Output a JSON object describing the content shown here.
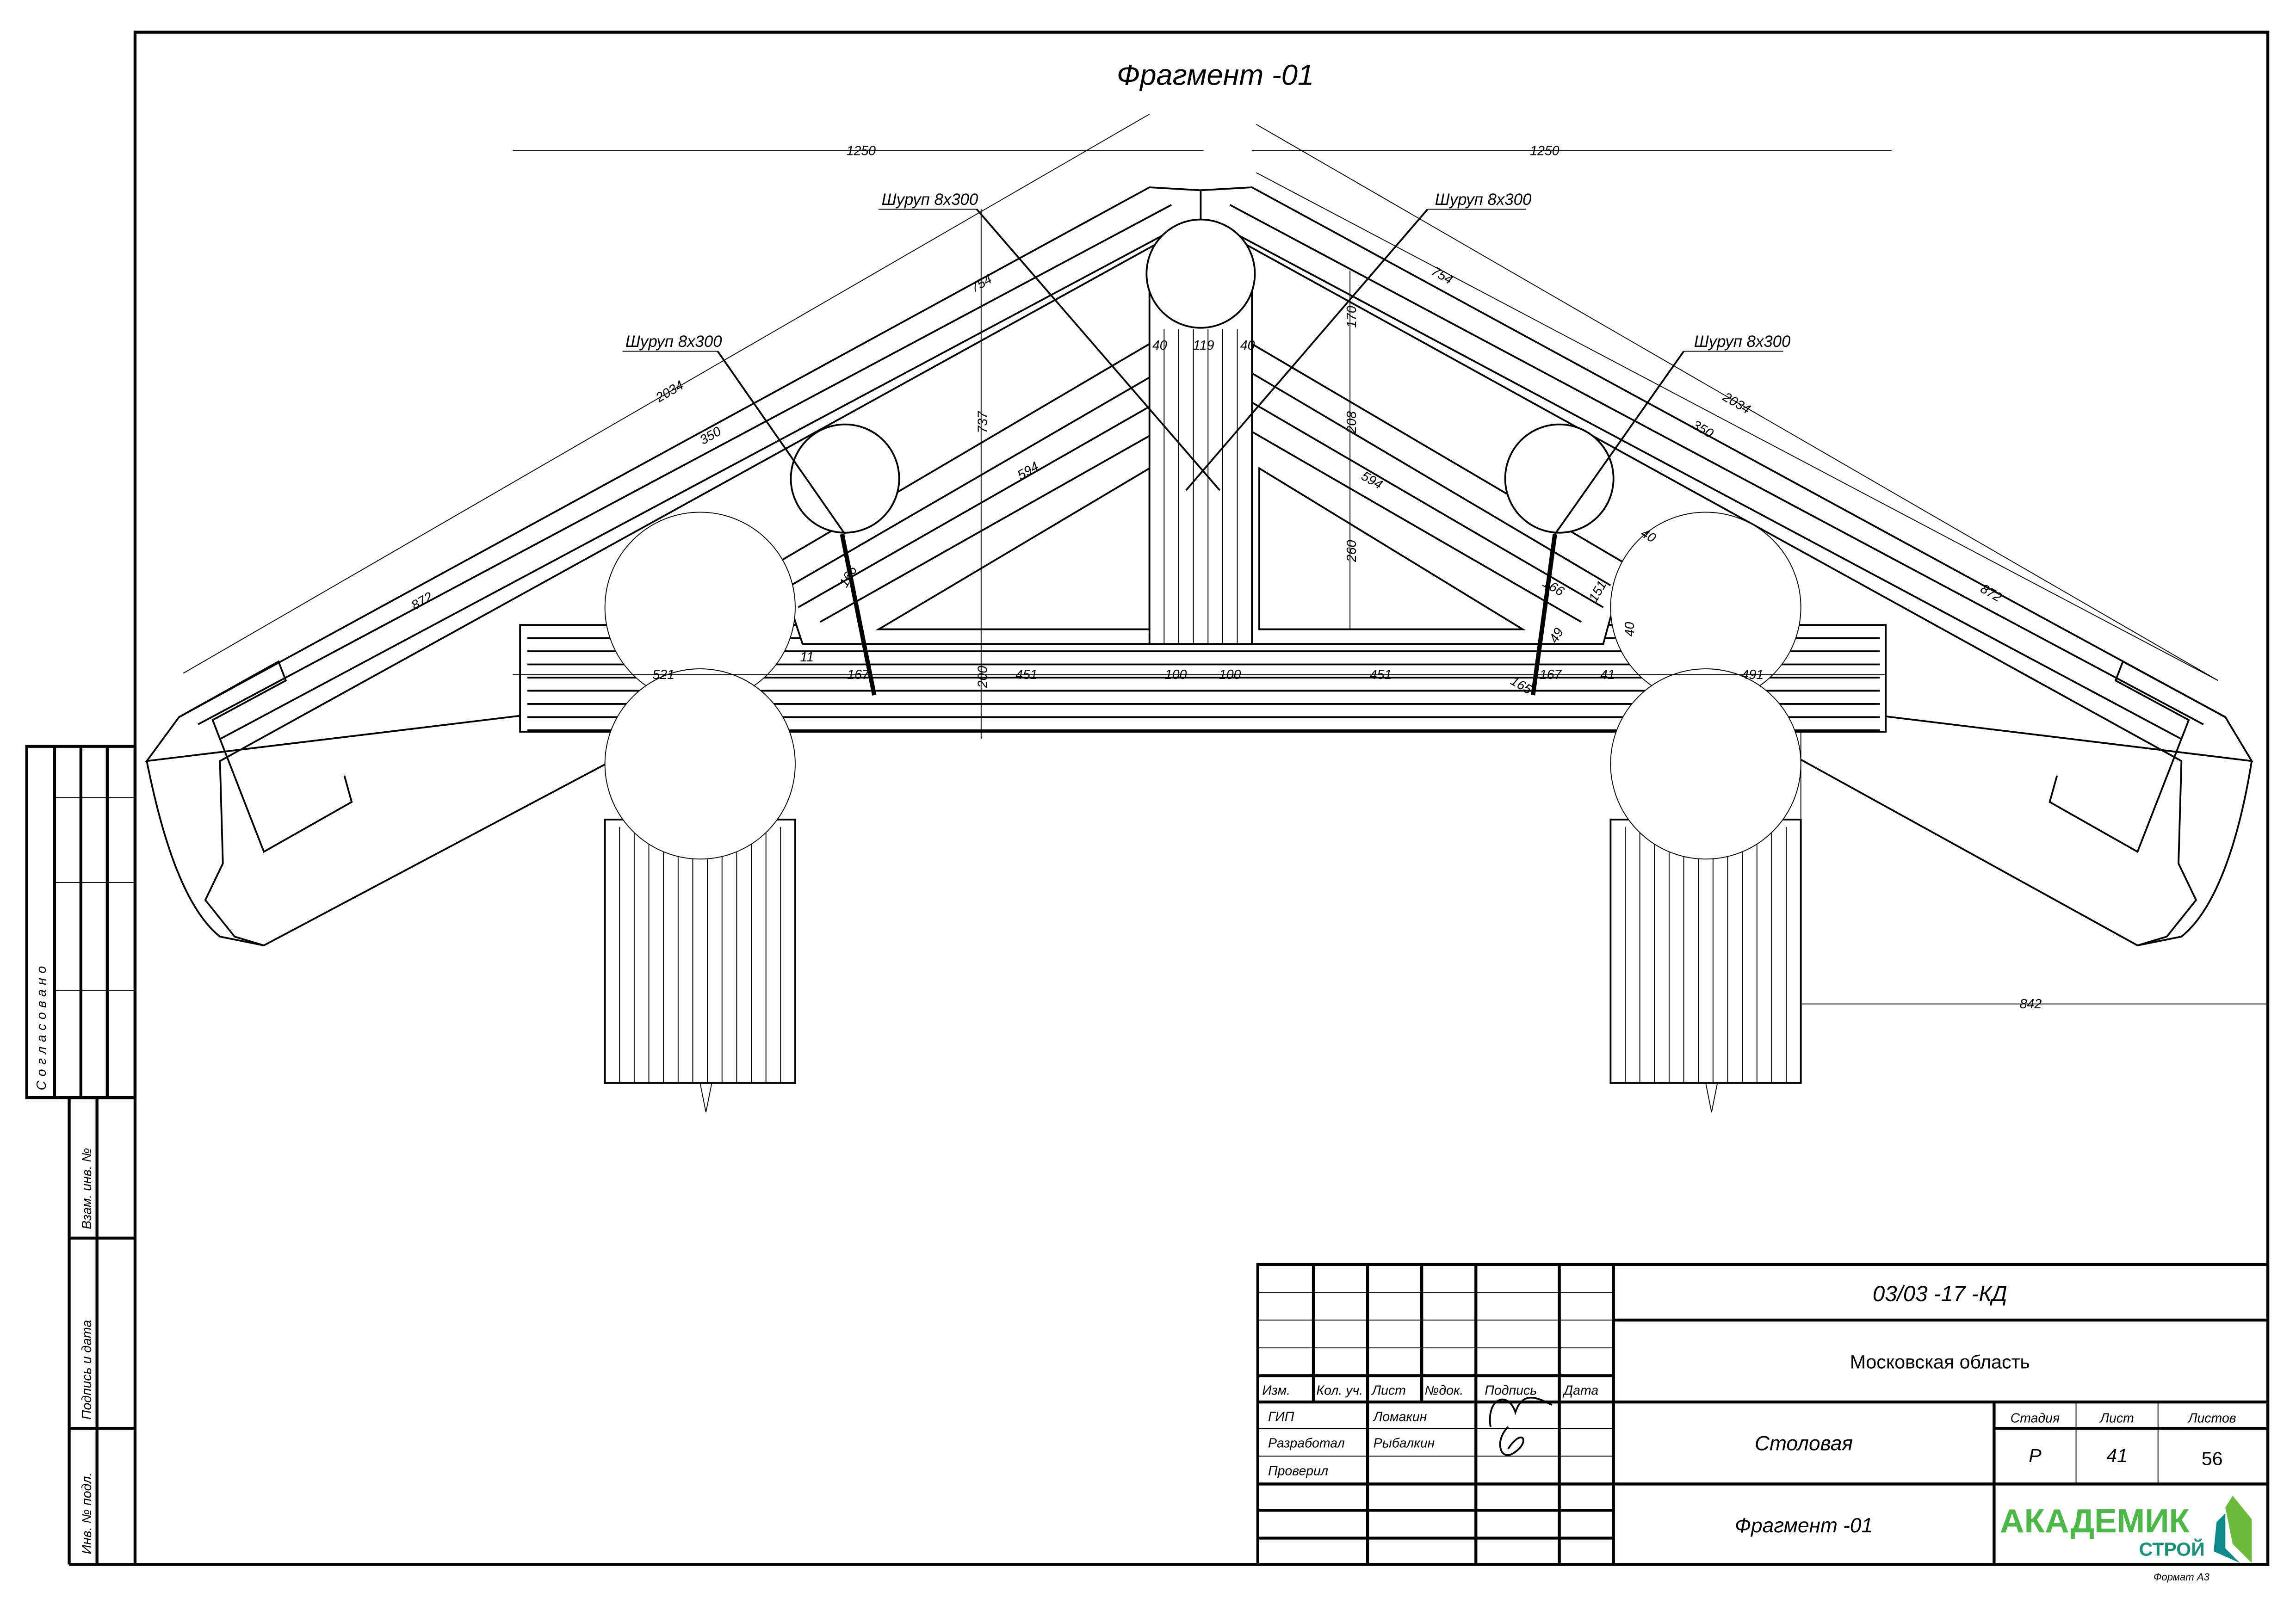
{
  "drawing": {
    "title": "Фрагмент -01",
    "callouts": [
      "Шуруп 8х300",
      "Шуруп 8х300",
      "Шуруп 8х300",
      "Шуруп 8х300"
    ],
    "dimensions": {
      "top_left": "1250",
      "top_right": "1250",
      "l754": "754",
      "l2034": "2034",
      "l350": "350",
      "l872": "872",
      "l594": "594",
      "l166": "166",
      "l737": "737",
      "r754": "754",
      "r2034": "2034",
      "r350": "350",
      "r872": "872",
      "r594": "594",
      "c170": "170",
      "c208": "208",
      "c260": "260",
      "c119": "119",
      "c40a": "40",
      "c40b": "40",
      "r166": "166",
      "r151": "151",
      "r49": "49",
      "r40a": "40",
      "r40b": "40",
      "r165": "165",
      "b521": "521",
      "b11": "11",
      "b167a": "167",
      "b200": "200",
      "b451a": "451",
      "b100a": "100",
      "b100b": "100",
      "b451b": "451",
      "b167b": "167",
      "b41": "41",
      "b491": "491",
      "b842": "842"
    }
  },
  "side_stamp": {
    "agreed": "Согласовано",
    "vzam": "Взам. инв. №",
    "podpis_data": "Подпись и дата",
    "inv_podl": "Инв. № подл."
  },
  "title_block": {
    "doc_code": "03/03 -17 -КД",
    "location": "Московская область",
    "object": "Столовая",
    "sheet_title": "Фрагмент -01",
    "headers": [
      "Изм.",
      "Кол. уч.",
      "Лист",
      "№док.",
      "Подпись",
      "Дата"
    ],
    "roles": [
      {
        "role": "ГИП",
        "name": "Ломакин"
      },
      {
        "role": "Разработал",
        "name": "Рыбалкин"
      },
      {
        "role": "Проверил",
        "name": ""
      }
    ],
    "stage_label": "Стадия",
    "sheet_label": "Лист",
    "sheets_label": "Листов",
    "stage": "Р",
    "sheet": "41",
    "sheets": "56",
    "logo_main": "АКАДЕМИК",
    "logo_sub": "СТРОЙ",
    "format": "Формат А3",
    "logo_colors": [
      "#5cb83a",
      "#0e8a8a"
    ]
  }
}
